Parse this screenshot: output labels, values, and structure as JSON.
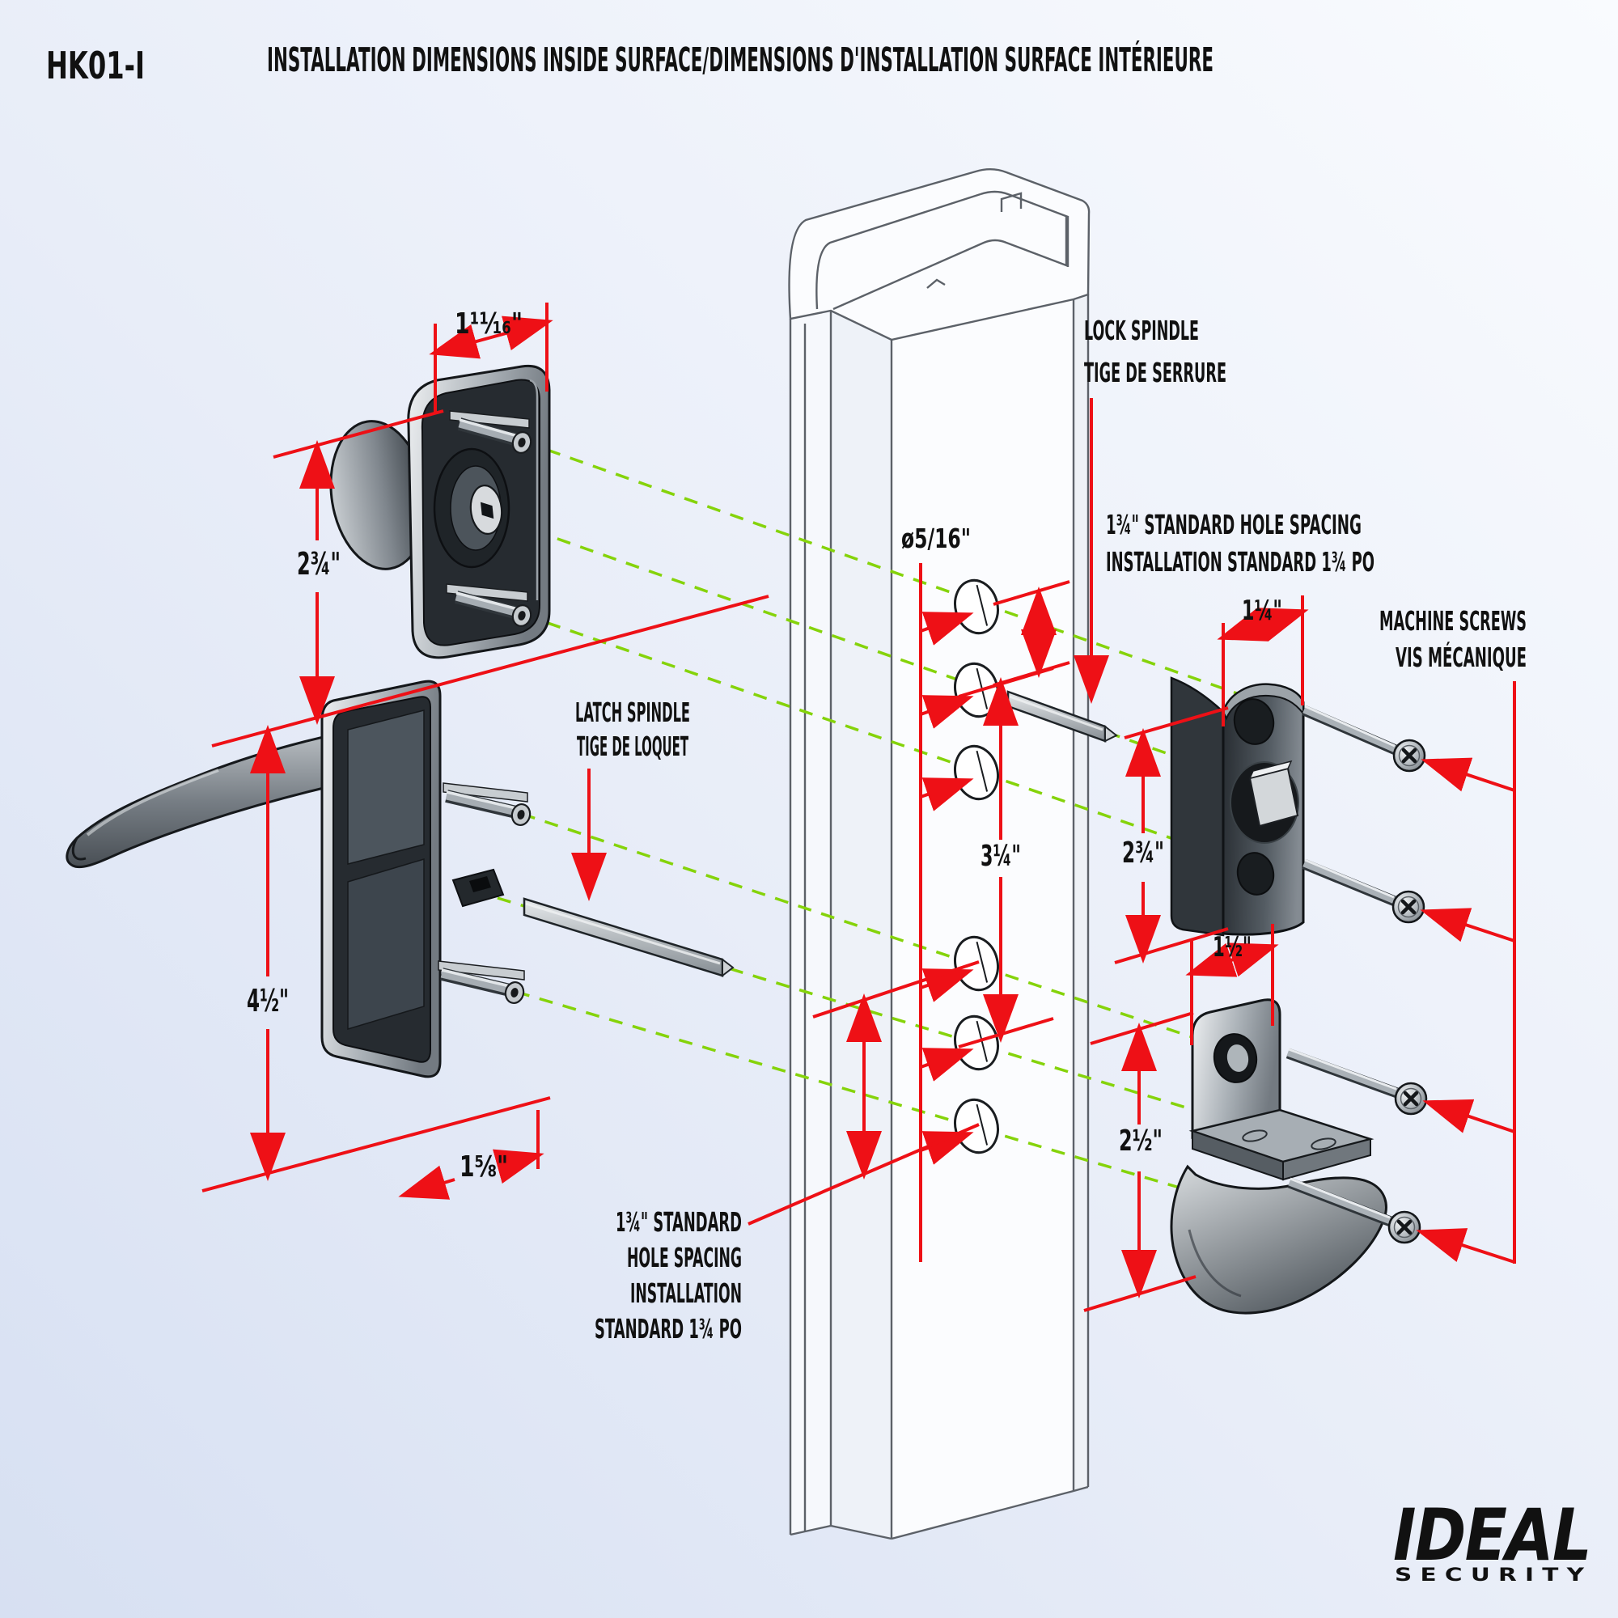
{
  "header": {
    "code": "HK01-I",
    "title": "INSTALLATION DIMENSIONS INSIDE SURFACE/DIMENSIONS D'INSTALLATION SURFACE INTÉRIEURE"
  },
  "labels": {
    "lock_spindle_en": "LOCK SPINDLE",
    "lock_spindle_fr": "TIGE DE SERRURE",
    "latch_spindle_en": "LATCH SPINDLE",
    "latch_spindle_fr": "TIGE DE LOQUET",
    "machine_screws_en": "MACHINE SCREWS",
    "machine_screws_fr": "VIS MÉCANIQUE",
    "hole_spacing_top_en": "1¾\" STANDARD HOLE SPACING",
    "hole_spacing_top_fr": "INSTALLATION STANDARD 1¾ PO",
    "hole_spacing_bottom_l1": "1¾\" STANDARD",
    "hole_spacing_bottom_l2": "HOLE SPACING",
    "hole_spacing_bottom_l3": "INSTALLATION",
    "hole_spacing_bottom_l4": "STANDARD 1¾ PO"
  },
  "dimensions": {
    "knob_width": "1¹¹⁄₁₆\"",
    "knob_height": "2¾\"",
    "handle_height": "4½\"",
    "handle_width": "1⅝\"",
    "hole_diameter": "ø5/16\"",
    "group_spacing": "3¼\"",
    "lock_width": "1¼\"",
    "lock_height": "2¾\"",
    "latch_width": "1½\"",
    "latch_height": "2½\""
  },
  "logo": {
    "brand": "IDEAL",
    "sub": "S E C U R I T Y"
  },
  "colors": {
    "dimension_red": "#ee1016",
    "alignment_green": "#85d30a"
  }
}
